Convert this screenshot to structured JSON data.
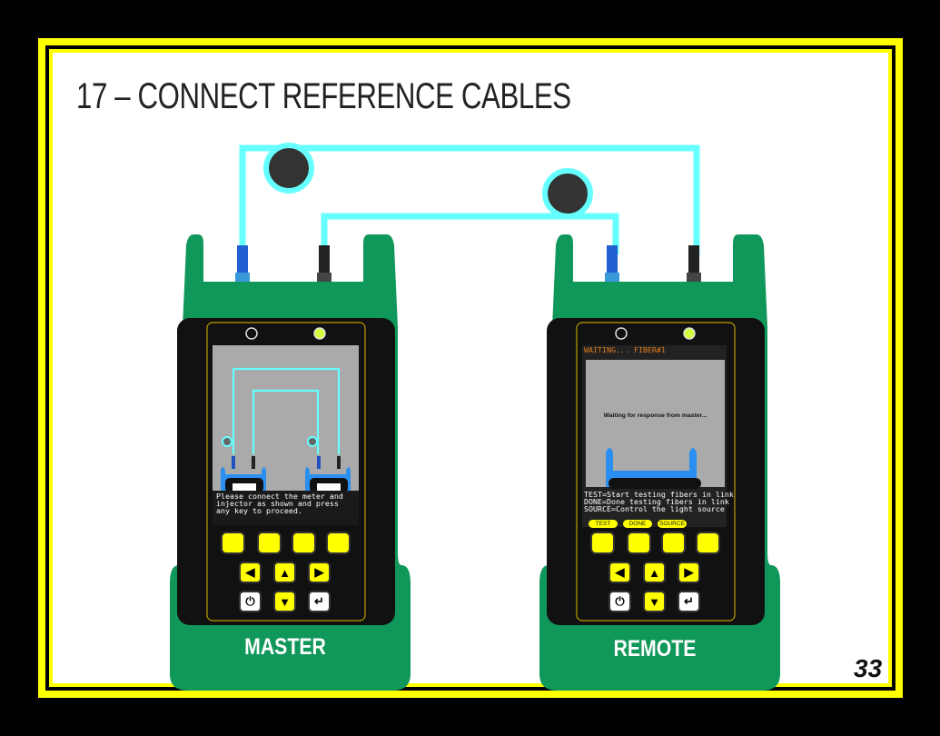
{
  "title": "17 – CONNECT REFERENCE CABLES",
  "page_number": "33",
  "master": {
    "label": "MASTER",
    "screen_message": "Please connect the meter and\ninjector as shown and press\nany key to proceed."
  },
  "remote": {
    "label": "REMOTE",
    "status": "WAITING... FIBER#1",
    "screen_message": "Waiting for response from master...",
    "help_text": "TEST=Start testing fibers in link\nDONE=Done testing fibers in link\nSOURCE=Control the light source",
    "softkeys": [
      "TEST",
      "DONE",
      "SOURCE"
    ]
  },
  "colors": {
    "body": "#10975a",
    "cable": "#66ffff",
    "button": "#ffff00",
    "status": "#e07b1a"
  }
}
